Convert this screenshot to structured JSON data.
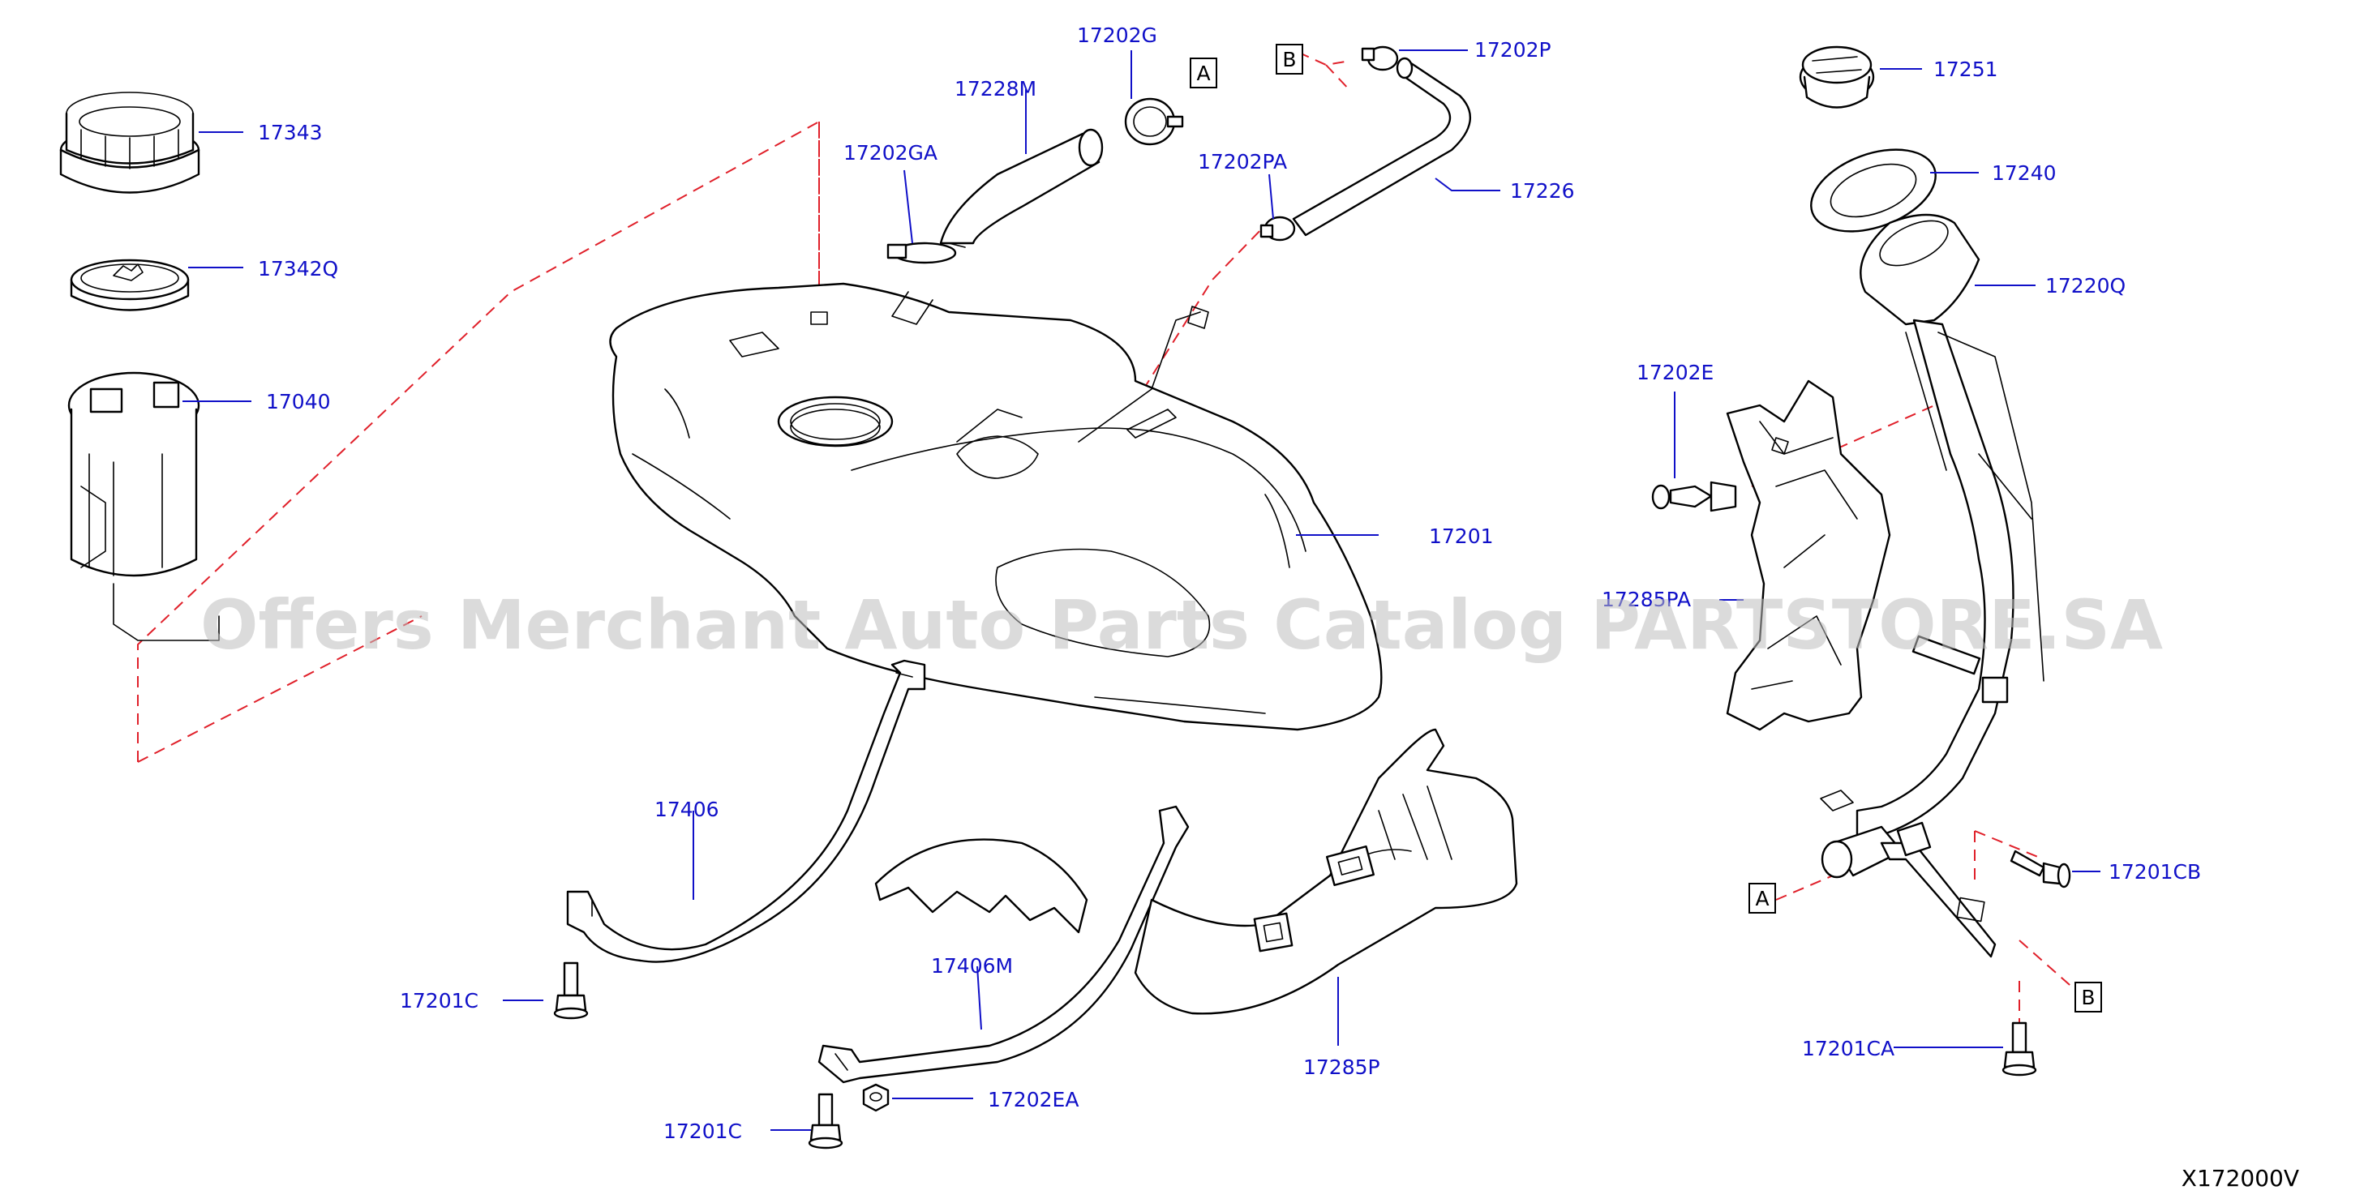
{
  "parts": [
    {
      "id": "p17343",
      "label": "17343"
    },
    {
      "id": "p17342q",
      "label": "17342Q"
    },
    {
      "id": "p17040",
      "label": "17040"
    },
    {
      "id": "p17202g",
      "label": "17202G"
    },
    {
      "id": "p17228m",
      "label": "17228M"
    },
    {
      "id": "p17202ga",
      "label": "17202GA"
    },
    {
      "id": "p17202p",
      "label": "17202P"
    },
    {
      "id": "p17202pa",
      "label": "17202PA"
    },
    {
      "id": "p17226",
      "label": "17226"
    },
    {
      "id": "p17251",
      "label": "17251"
    },
    {
      "id": "p17240",
      "label": "17240"
    },
    {
      "id": "p17220q",
      "label": "17220Q"
    },
    {
      "id": "p17202e",
      "label": "17202E"
    },
    {
      "id": "p17285pa",
      "label": "17285PA"
    },
    {
      "id": "p17201",
      "label": "17201"
    },
    {
      "id": "p17406",
      "label": "17406"
    },
    {
      "id": "p17201c_a",
      "label": "17201C"
    },
    {
      "id": "p17406m",
      "label": "17406M"
    },
    {
      "id": "p17202ea",
      "label": "17202EA"
    },
    {
      "id": "p17201c_b",
      "label": "17201C"
    },
    {
      "id": "p17285p",
      "label": "17285P"
    },
    {
      "id": "p17201cb",
      "label": "17201CB"
    },
    {
      "id": "p17201ca",
      "label": "17201CA"
    }
  ],
  "connectors": {
    "a": "A",
    "b": "B"
  },
  "diagram_code": "X172000V",
  "watermark": "Offers Merchant Auto Parts Catalog PARTSTORE.SA",
  "colors": {
    "label": "#1010c8",
    "dashed_link": "#e0202a",
    "watermark": "#bdbdbd"
  }
}
